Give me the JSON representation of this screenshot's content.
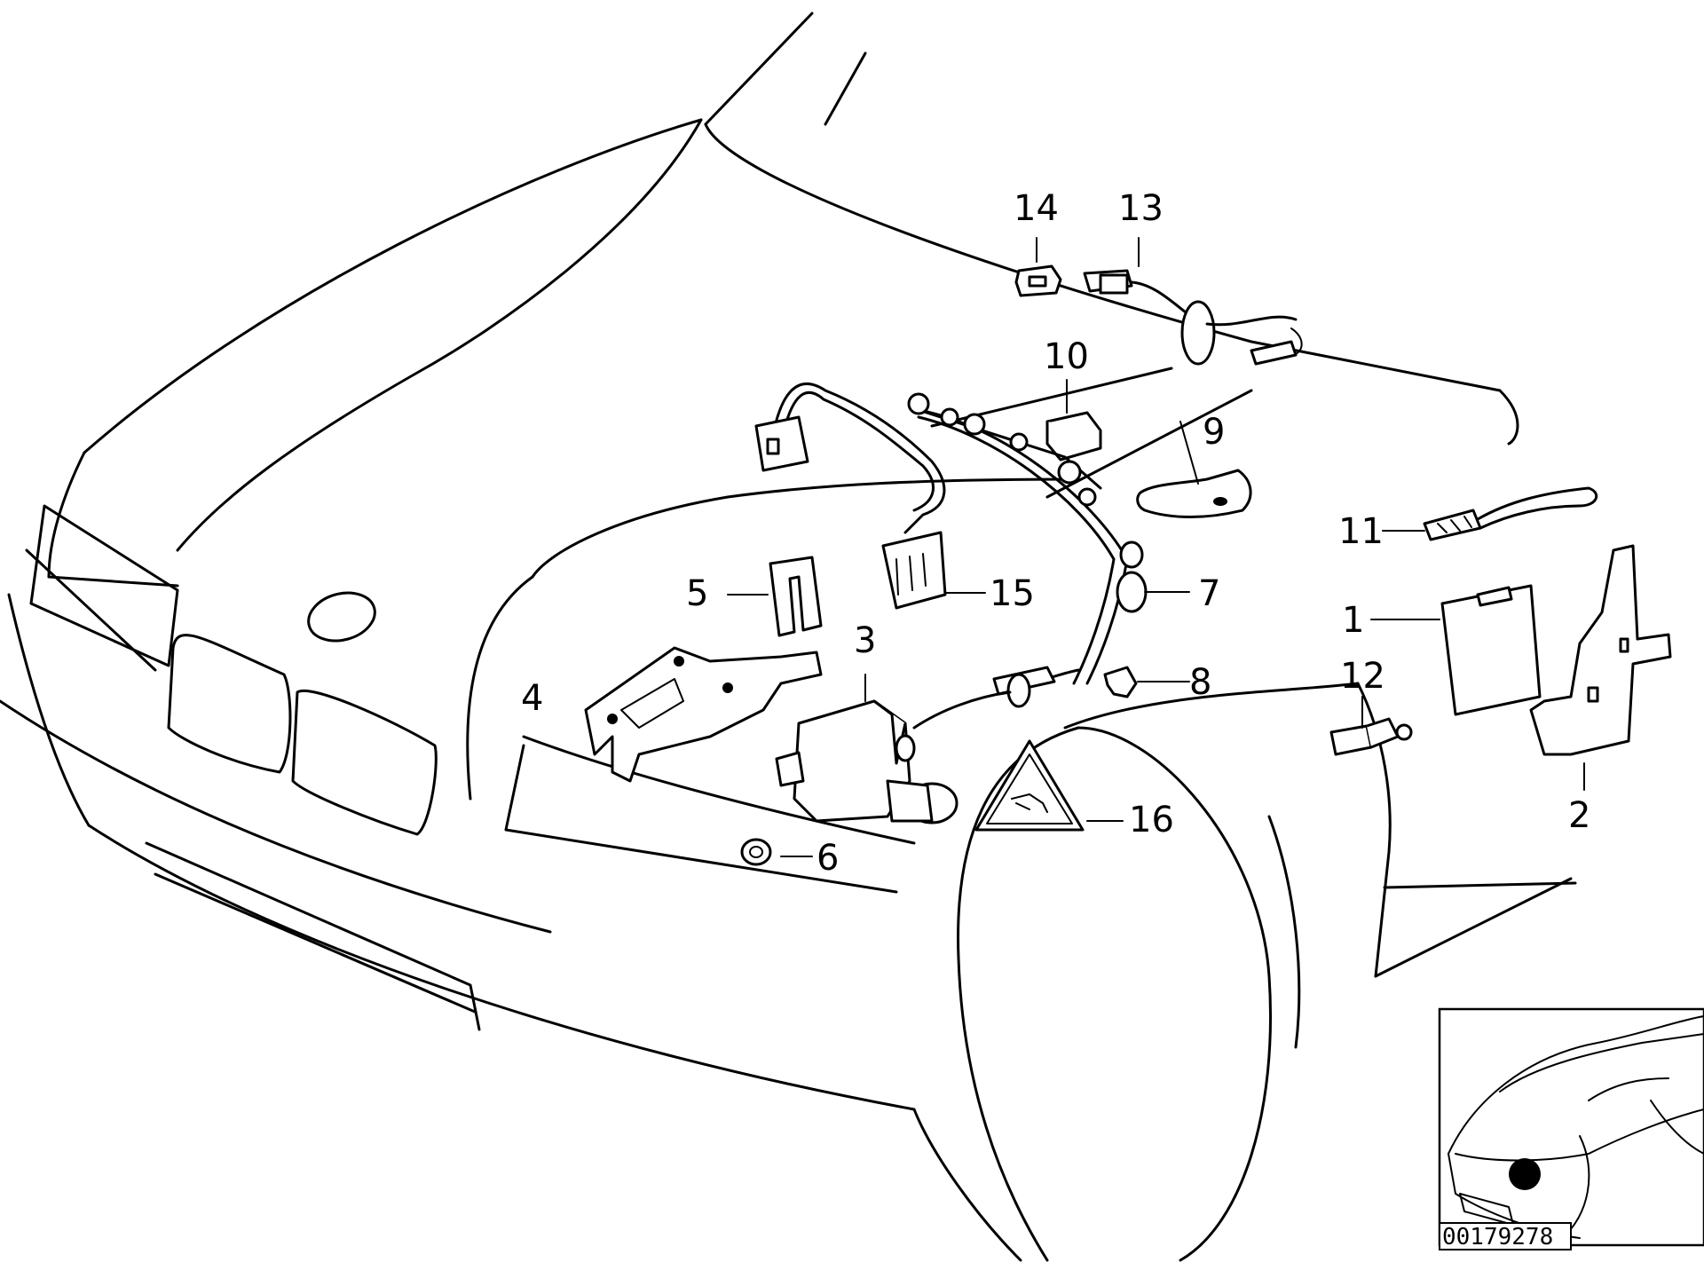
{
  "diagram": {
    "drawing_number": "00179278",
    "callouts": [
      {
        "id": "1",
        "text": "1"
      },
      {
        "id": "2",
        "text": "2"
      },
      {
        "id": "3",
        "text": "3"
      },
      {
        "id": "4",
        "text": "4"
      },
      {
        "id": "5",
        "text": "5"
      },
      {
        "id": "6",
        "text": "6"
      },
      {
        "id": "7",
        "text": "7"
      },
      {
        "id": "8",
        "text": "8"
      },
      {
        "id": "9",
        "text": "9"
      },
      {
        "id": "10",
        "text": "10"
      },
      {
        "id": "11",
        "text": "11"
      },
      {
        "id": "12",
        "text": "12"
      },
      {
        "id": "13",
        "text": "13"
      },
      {
        "id": "14",
        "text": "14"
      },
      {
        "id": "15",
        "text": "15"
      },
      {
        "id": "16",
        "text": "16"
      }
    ]
  }
}
